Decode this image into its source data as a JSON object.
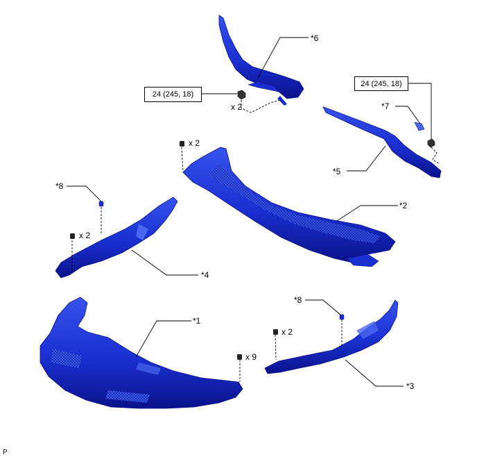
{
  "torque_specs": {
    "wiper_arm_lh": "24 (245, 18)",
    "wiper_arm_rh": "24 (245, 18)"
  },
  "callouts": {
    "part1": "*1",
    "part2": "*2",
    "part3": "*3",
    "part4": "*4",
    "part5": "*5",
    "part6": "*6",
    "part7": "*7",
    "part8a": "*8",
    "part8b": "*8"
  },
  "fastener_counts": {
    "nut_wiper_lh": "x 2",
    "clip_cowl_top": "x 2",
    "clip_side_lh": "x 2",
    "clip_side_rh": "x 2",
    "clip_front_panel": "x 9"
  },
  "corner_mark": "P",
  "colors": {
    "part_fill": "#1a2fd0",
    "part_dark": "#0a128a",
    "part_light": "#4a66f0",
    "line": "#000000"
  }
}
